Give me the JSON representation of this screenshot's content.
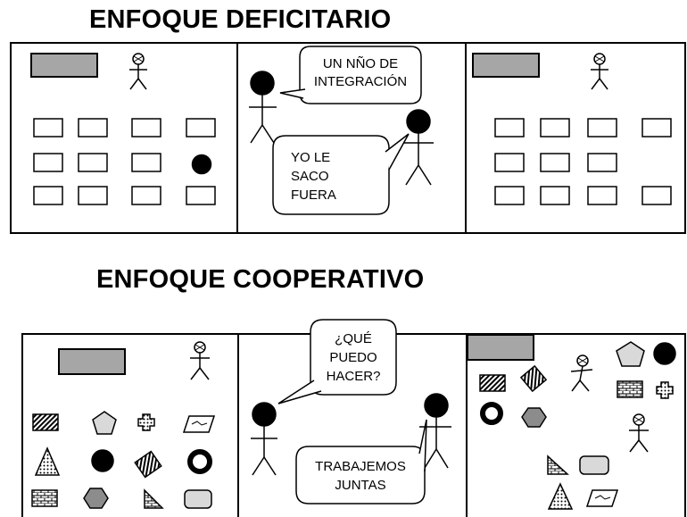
{
  "titles": {
    "deficit": "ENFOQUE DEFICITARIO",
    "cooperative": "ENFOQUE COOPERATIVO"
  },
  "bubbles": {
    "deficit_teacher": [
      "UN NÑO DE",
      "INTEGRACIÓN"
    ],
    "deficit_other": [
      "YO LE",
      "SACO",
      "FUERA"
    ],
    "coop_teacher": [
      "¿QUÉ",
      "PUEDO",
      "HACER?"
    ],
    "coop_other": [
      "TRABAJEMOS",
      "JUNTAS"
    ]
  },
  "colors": {
    "board": "#a6a6a6",
    "ink": "#000000",
    "shape_fill": "#d9d9d9",
    "hexagon": "#8c8c8c"
  }
}
